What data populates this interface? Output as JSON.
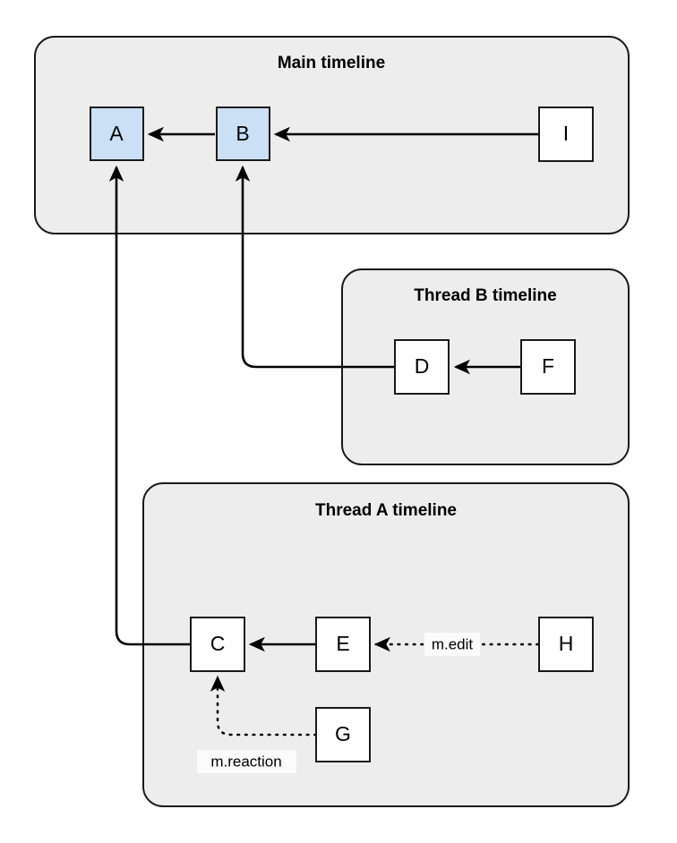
{
  "diagram": {
    "title_hidden": "",
    "colors": {
      "group_fill": "#ededed",
      "group_stroke": "#1a1a1a",
      "node_fill_plain": "#ffffff",
      "node_fill_highlight": "#cce0f5",
      "edge_stroke": "#000000",
      "label_bg": "#fbfbfb",
      "page_bg": "#ffffff"
    },
    "groups": [
      {
        "id": "main",
        "title": "Main timeline"
      },
      {
        "id": "thread-b",
        "title": "Thread B timeline"
      },
      {
        "id": "thread-a",
        "title": "Thread A timeline"
      }
    ],
    "nodes": [
      {
        "id": "A",
        "label": "A",
        "group": "main",
        "style": "highlight"
      },
      {
        "id": "B",
        "label": "B",
        "group": "main",
        "style": "highlight"
      },
      {
        "id": "I",
        "label": "I",
        "group": "main",
        "style": "plain"
      },
      {
        "id": "D",
        "label": "D",
        "group": "thread-b",
        "style": "plain"
      },
      {
        "id": "F",
        "label": "F",
        "group": "thread-b",
        "style": "plain"
      },
      {
        "id": "C",
        "label": "C",
        "group": "thread-a",
        "style": "plain"
      },
      {
        "id": "E",
        "label": "E",
        "group": "thread-a",
        "style": "plain"
      },
      {
        "id": "G",
        "label": "G",
        "group": "thread-a",
        "style": "plain"
      },
      {
        "id": "H",
        "label": "H",
        "group": "thread-a",
        "style": "plain"
      }
    ],
    "edges": [
      {
        "id": "B-A",
        "from": "B",
        "to": "A",
        "style": "solid",
        "label": ""
      },
      {
        "id": "I-B",
        "from": "I",
        "to": "B",
        "style": "solid",
        "label": ""
      },
      {
        "id": "F-D",
        "from": "F",
        "to": "D",
        "style": "solid",
        "label": ""
      },
      {
        "id": "D-B",
        "from": "D",
        "to": "B",
        "style": "solid",
        "label": ""
      },
      {
        "id": "C-A",
        "from": "C",
        "to": "A",
        "style": "solid",
        "label": ""
      },
      {
        "id": "E-C",
        "from": "E",
        "to": "C",
        "style": "solid",
        "label": ""
      },
      {
        "id": "H-E",
        "from": "H",
        "to": "E",
        "style": "dotted",
        "label": "m.edit"
      },
      {
        "id": "G-C",
        "from": "G",
        "to": "C",
        "style": "dotted",
        "label": "m.reaction"
      }
    ],
    "edge_labels": {
      "m_edit": "m.edit",
      "m_reaction": "m.reaction"
    }
  }
}
